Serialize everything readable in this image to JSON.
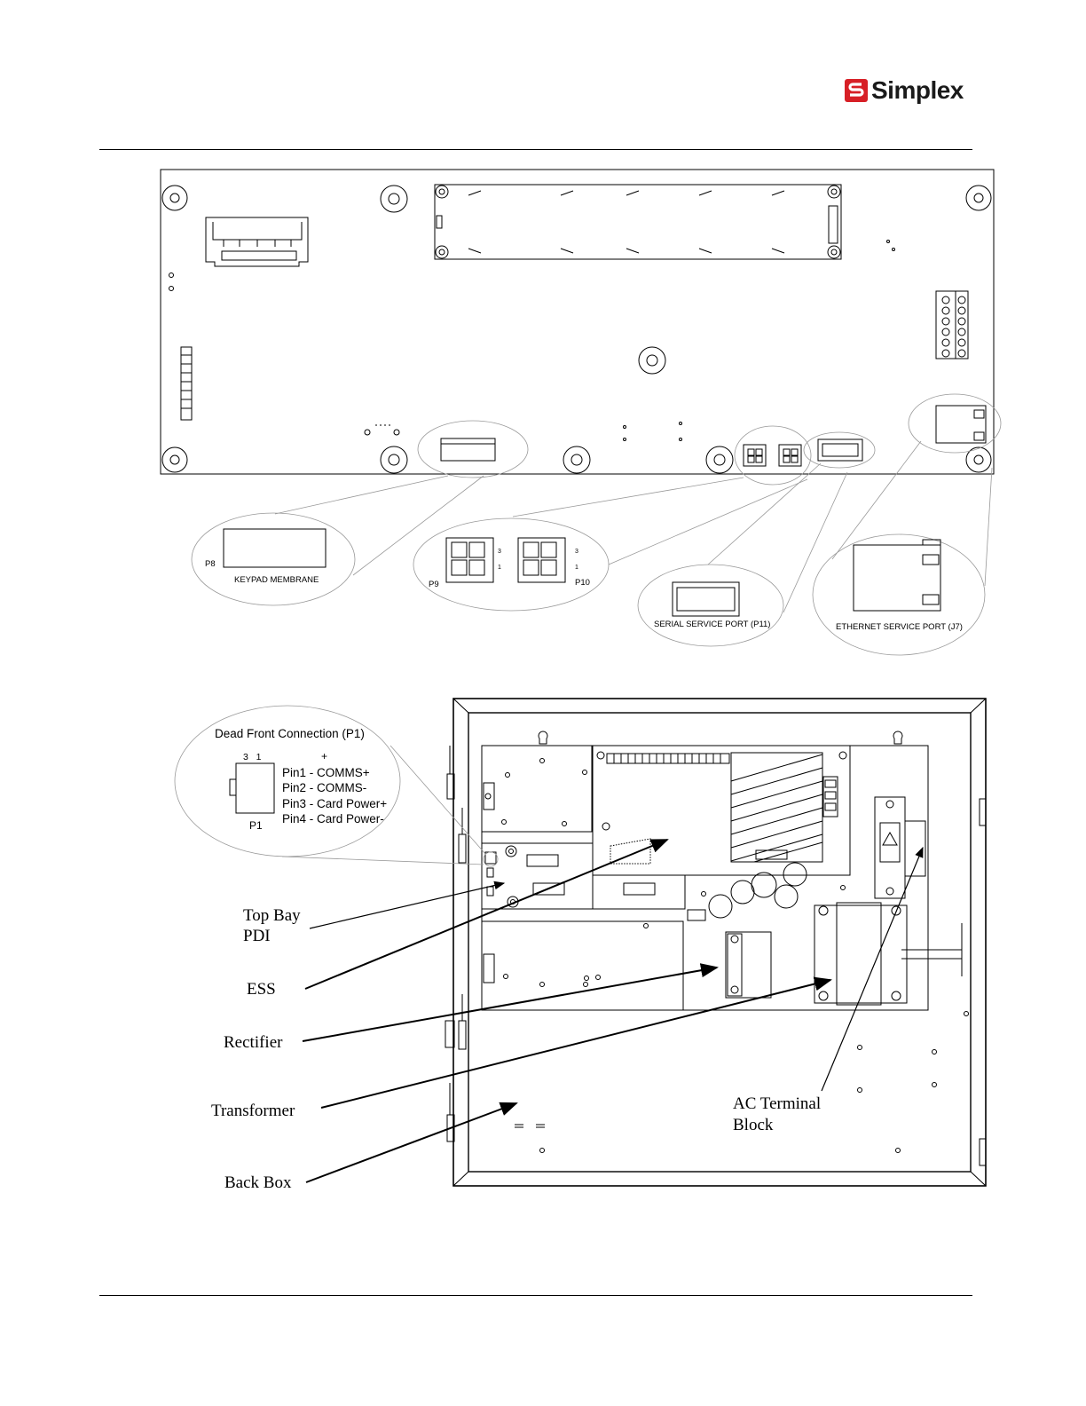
{
  "header": {
    "brand": "Simplex",
    "brand_color": "#d71f26"
  },
  "top_board": {
    "callouts": {
      "p8": "P8",
      "keypad": "KEYPAD MEMBRANE",
      "p9": "P9",
      "p10": "P10",
      "pin3a": "3",
      "pin1a": "1",
      "pin3b": "3",
      "pin1b": "1",
      "serial": "SERIAL SERVICE PORT (P11)",
      "ethernet": "ETHERNET SERVICE PORT (J7)"
    }
  },
  "back_box": {
    "dead_front": {
      "title": "Dead Front Connection (P1)",
      "pin_nums": "3   1",
      "plus": "+",
      "connector": "P1",
      "pins": [
        "Pin1 - COMMS+",
        "Pin2 - COMMS-",
        "Pin3 - Card Power+",
        "Pin4 - Card Power-"
      ]
    },
    "labels": {
      "top_bay_1": "Top Bay",
      "top_bay_2": "PDI",
      "ess": "ESS",
      "rectifier": "Rectifier",
      "transformer": "Transformer",
      "back_box": "Back Box",
      "ac_1": "AC Terminal",
      "ac_2": "Block"
    }
  }
}
